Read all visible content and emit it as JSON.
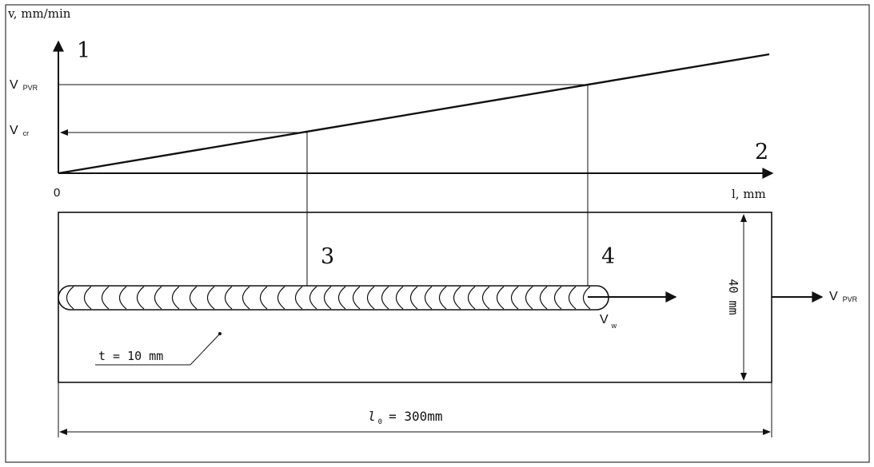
{
  "graph": {
    "y_axis_label": "v, mm/min",
    "x_axis_label": "l, mm",
    "origin_label": "0",
    "v_pvr": {
      "main": "V",
      "sub": "PVR"
    },
    "v_cr": {
      "main": "V",
      "sub": "cr"
    }
  },
  "markers": {
    "m1": "1",
    "m2": "2",
    "m3": "3",
    "m4": "4"
  },
  "plate": {
    "thickness_label": "t = 10 mm",
    "width_label": "40 mm",
    "length_label": {
      "symbol": "l",
      "sub": "0",
      "rest": "= 300mm"
    },
    "weld_speed": {
      "main": "V",
      "sub": "w"
    },
    "plate_speed": {
      "main": "V",
      "sub": "PVR"
    }
  }
}
